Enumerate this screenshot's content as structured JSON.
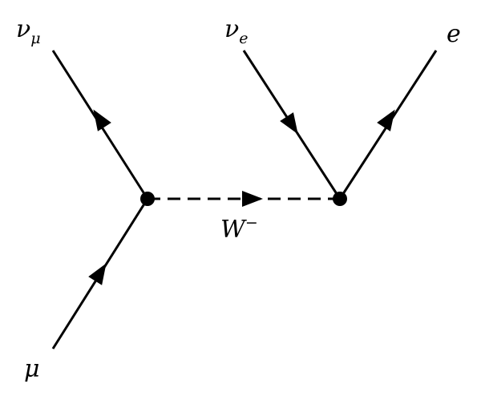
{
  "labels": {
    "nu": "ν",
    "nu_mu_sub": "μ",
    "nu_e_sub": "e",
    "electron": "e",
    "muon": "μ",
    "w_boson": "W",
    "w_charge": "−"
  },
  "colors": {
    "line": "#000000",
    "background": "#ffffff"
  }
}
